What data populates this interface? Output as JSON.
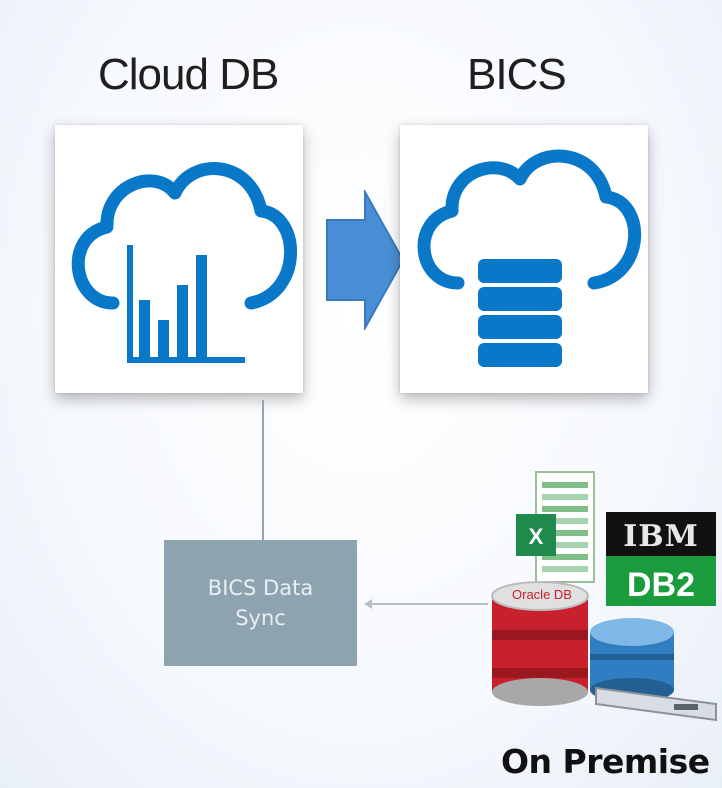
{
  "titles": {
    "cloud_db": "Cloud DB",
    "bics": "BICS"
  },
  "sync_box": {
    "line1": "BICS Data",
    "line2": "Sync"
  },
  "sources": {
    "oracle_label": "Oracle DB",
    "ibm_label": "IBM",
    "db2_label": "DB2",
    "excel_label": "X"
  },
  "footer": {
    "on_premise": "On Premise"
  },
  "colors": {
    "cloud_blue": "#0a78c8",
    "arrow_blue": "#4a8fd6",
    "sync_box": "#8ea3b0",
    "excel_green": "#1f8a4c",
    "ibm_green": "#1a9b3c",
    "oracle_red": "#c8202c"
  },
  "icons": {
    "cloud_db": "cloud-bar-chart-icon",
    "bics": "cloud-database-icon",
    "transfer": "right-arrow-icon",
    "excel": "excel-icon",
    "ibm_db2": "ibm-db2-icon",
    "oracle": "oracle-database-icon",
    "server": "database-server-icon"
  }
}
